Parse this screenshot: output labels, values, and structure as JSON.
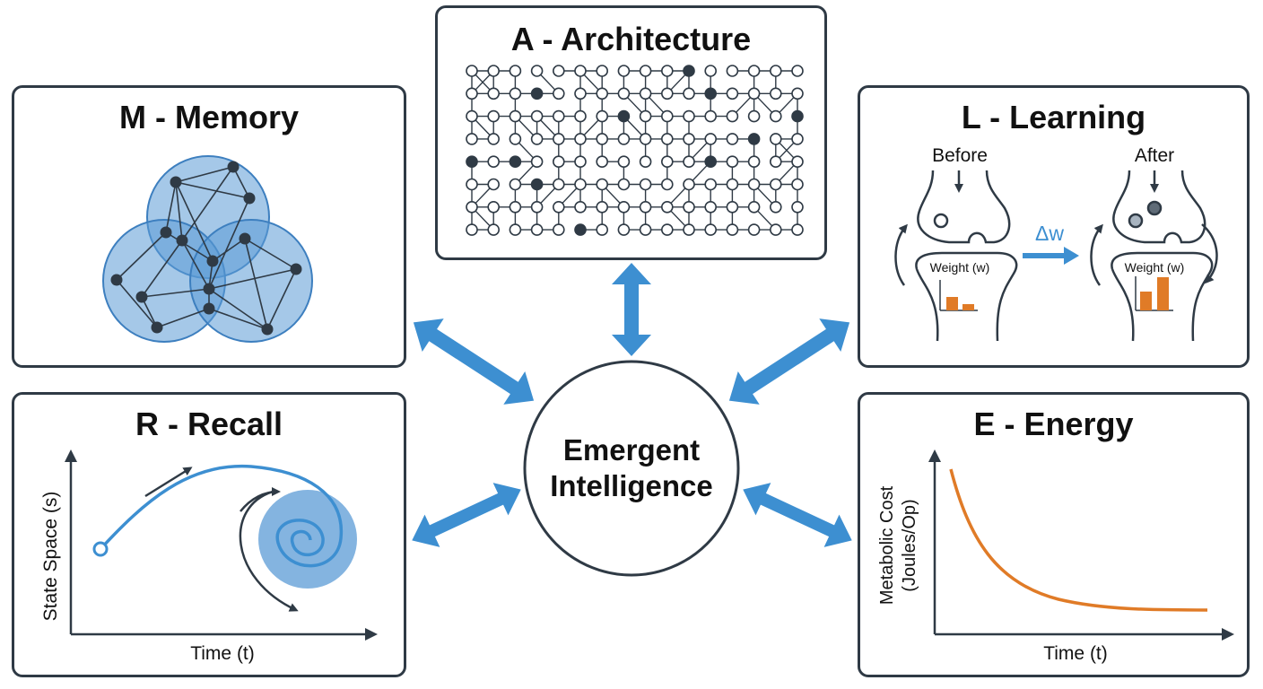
{
  "center": {
    "line1": "Emergent",
    "line2": "Intelligence"
  },
  "panels": {
    "architecture": {
      "title": "A - Architecture"
    },
    "memory": {
      "title": "M - Memory"
    },
    "learning": {
      "title": "L - Learning",
      "before_label": "Before",
      "after_label": "After",
      "delta_label": "Δw",
      "weight_label_before": "Weight (w)",
      "weight_label_after": "Weight (w)"
    },
    "recall": {
      "title": "R - Recall",
      "xlabel": "Time (t)",
      "ylabel": "State Space (s)"
    },
    "energy": {
      "title": "E - Energy",
      "xlabel": "Time (t)",
      "ylabel_line1": "Metabolic Cost",
      "ylabel_line2": "(Joules/Op)"
    }
  },
  "colors": {
    "arrow_blue": "#3d8fd1",
    "circle_fill": "#5b9bd5",
    "node_dark": "#2f3a45",
    "bar_orange": "#e07b27",
    "curve_orange": "#e07b27",
    "border": "#2f3a45"
  },
  "icons": [
    "double-arrow-icon",
    "synapse-icon",
    "spiral-attractor-icon",
    "network-grid-icon"
  ]
}
